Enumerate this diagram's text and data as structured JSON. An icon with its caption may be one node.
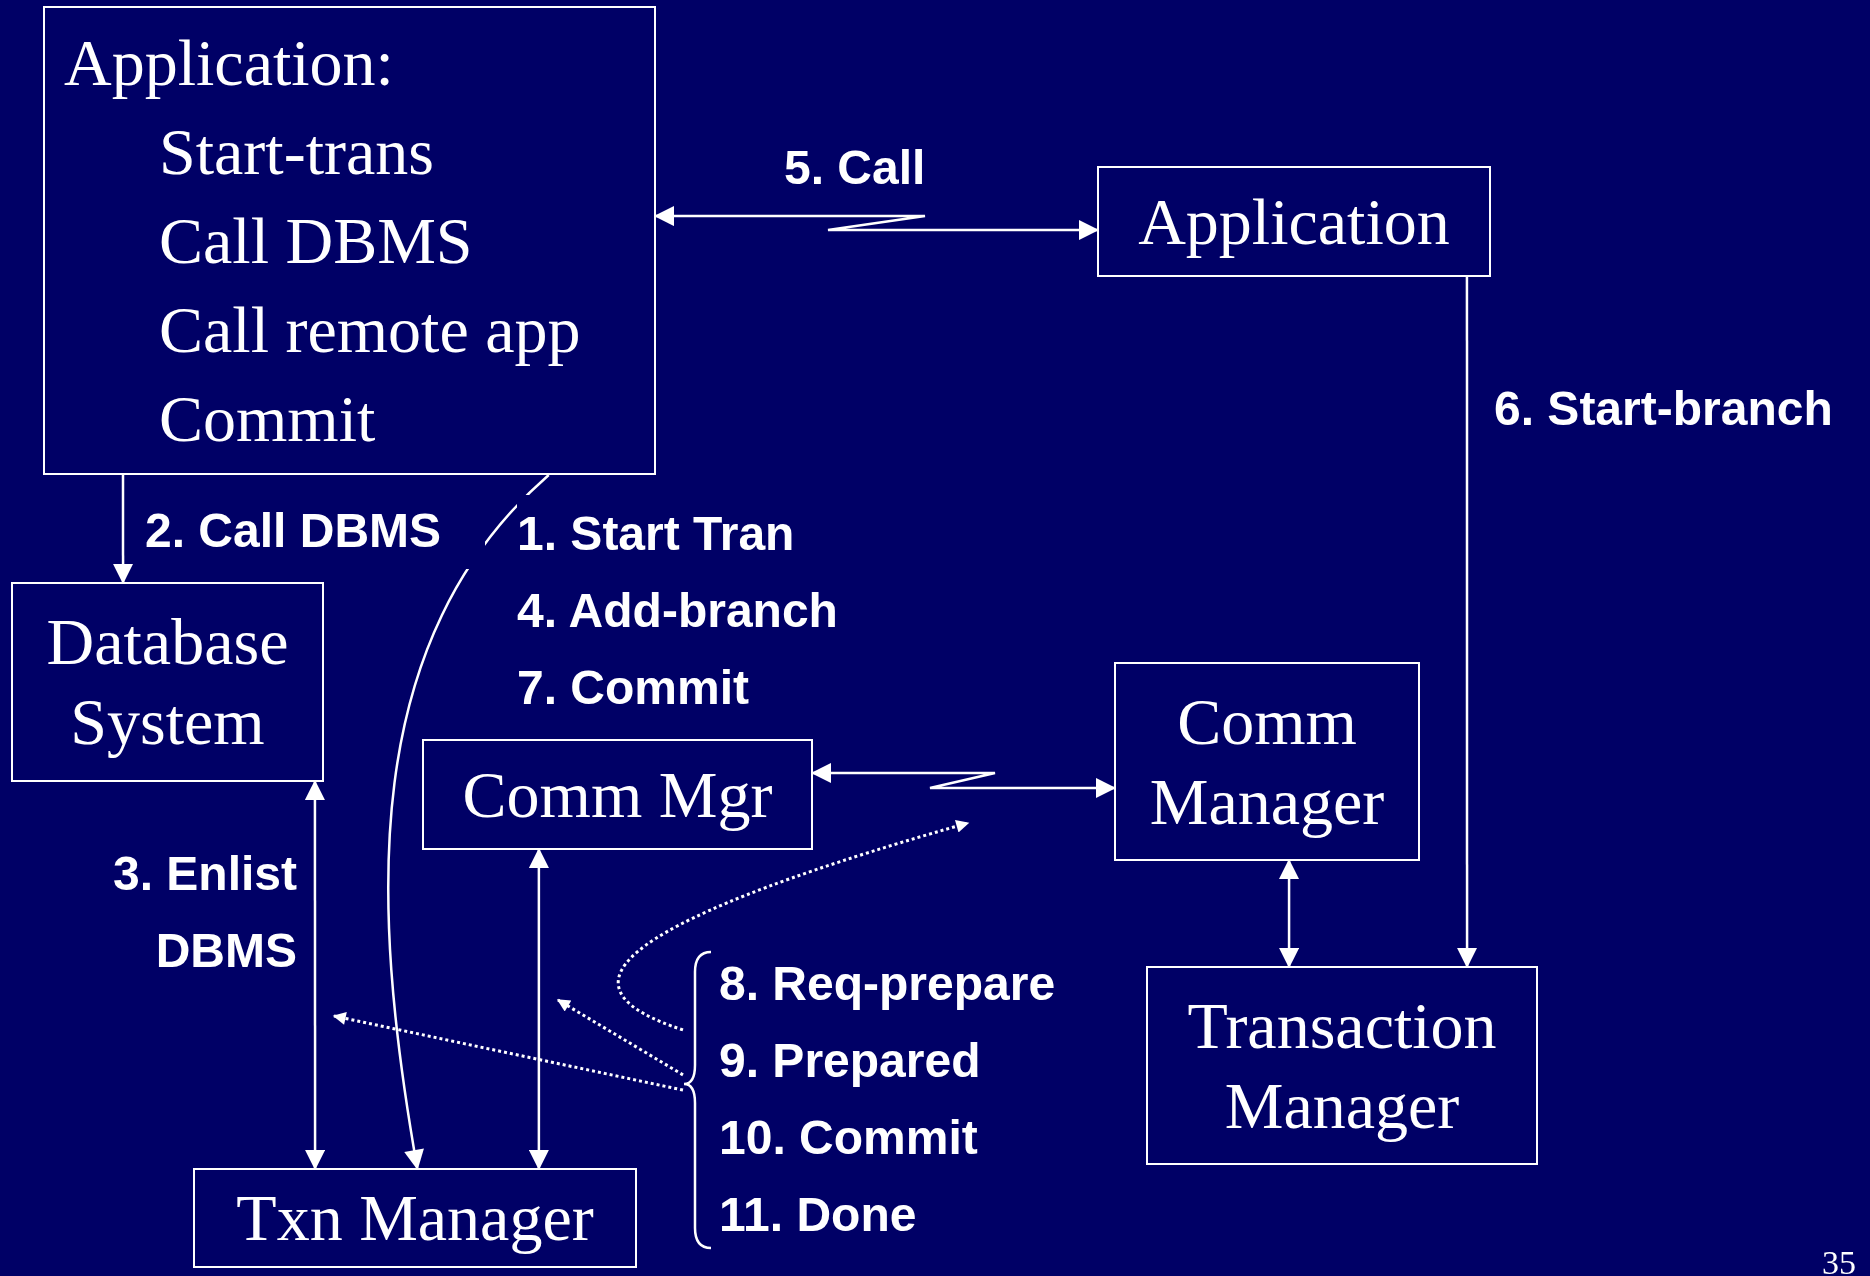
{
  "diagram": {
    "nodes": [
      {
        "text": [
          "Application:",
          "Start-trans",
          "Call DBMS",
          "Call remote app",
          "Commit"
        ]
      },
      {
        "text": [
          "Application"
        ]
      },
      {
        "text": [
          "Database System"
        ]
      },
      {
        "text": [
          "Comm Mgr"
        ]
      },
      {
        "text": [
          "Comm Manager"
        ]
      },
      {
        "text": [
          "Transaction Manager"
        ]
      },
      {
        "text": [
          "Txn Manager"
        ]
      },
      {
        "text": [
          "8. Req-prepare",
          "9. Prepared",
          "10. Commit",
          "11. Done"
        ]
      }
    ],
    "edges": [
      {
        "from": 0,
        "to": 1,
        "arrow": "both",
        "label": "5. Call"
      },
      {
        "from": 1,
        "to": 5,
        "arrow": "to",
        "label": "6. Start-branch"
      },
      {
        "from": 0,
        "to": 2,
        "arrow": "to",
        "label": "2. Call DBMS"
      },
      {
        "from": 0,
        "to": 6,
        "arrow": "to",
        "label": "1. Start Tran 4. Add-branch 7. Commit"
      },
      {
        "from": 2,
        "to": 6,
        "arrow": "both",
        "label": "3. Enlist DBMS"
      },
      {
        "from": 3,
        "to": 4,
        "arrow": "both"
      },
      {
        "from": 3,
        "to": 6,
        "arrow": "both"
      },
      {
        "from": 4,
        "to": 5,
        "arrow": "both"
      },
      {
        "from": 7,
        "to": null,
        "arrow": "to",
        "style": "dashed"
      },
      {
        "from": 7,
        "to": null,
        "arrow": "to",
        "style": "dashed"
      },
      {
        "from": 7,
        "to": null,
        "arrow": "to",
        "style": "dashed"
      }
    ],
    "labels": [
      "35"
    ]
  }
}
